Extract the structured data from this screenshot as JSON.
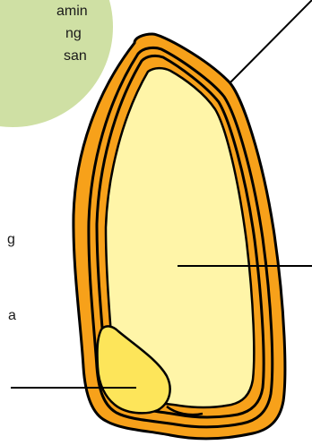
{
  "diagram": {
    "callout_bubble": {
      "fill_color": "#cfe0a4",
      "lines": [
        "amin",
        "ng",
        "san"
      ]
    },
    "side_fragments": [
      "g",
      "a"
    ],
    "grain": {
      "outer_stroke": "#000000",
      "bran_color": "#f7a11a",
      "endosperm_color": "#fff5a8",
      "germ_color": "#fde55a"
    },
    "pointer_lines": [
      "bran-pointer",
      "endosperm-pointer",
      "germ-pointer"
    ]
  }
}
